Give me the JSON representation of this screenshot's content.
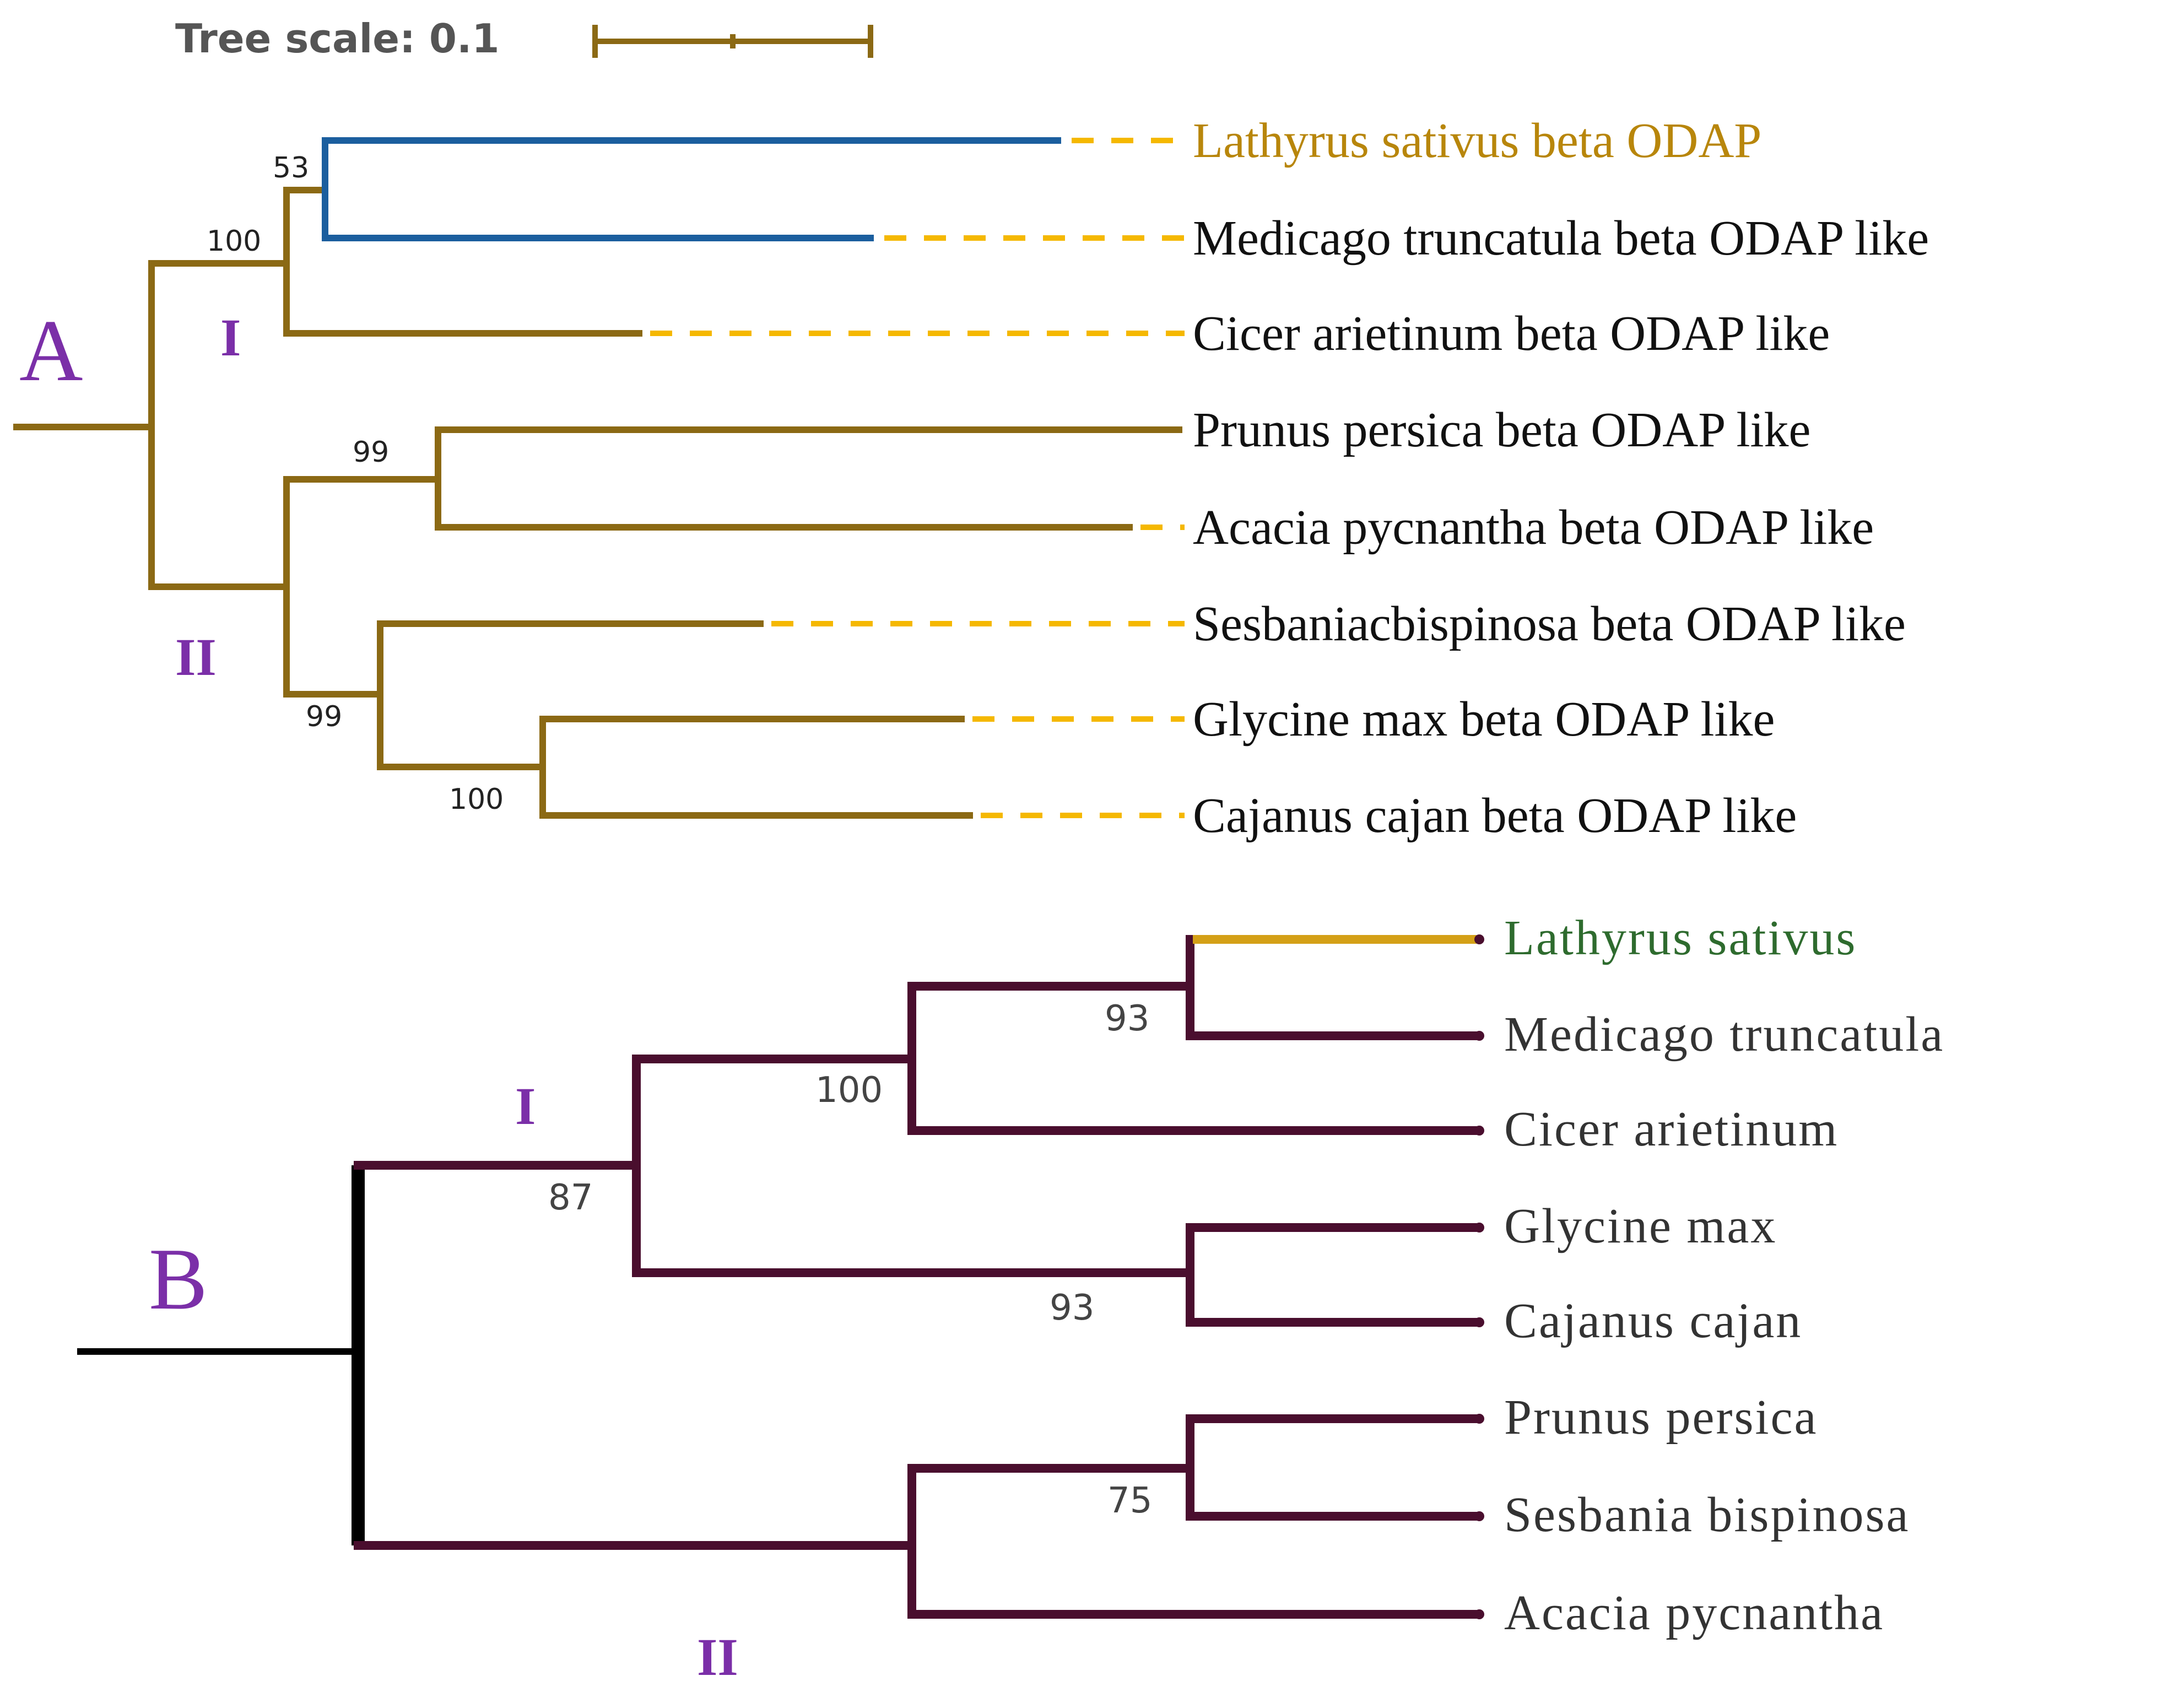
{
  "colors": {
    "tree_a": "#8B6914",
    "tree_a_highlight": "#1B5E9E",
    "tree_a_dashed": "#F5B800",
    "tree_a_highlight_label": "#B8860B",
    "tree_b": "#4A0E2E",
    "tree_b_root": "#000000",
    "tree_b_highlight": "#D4A017",
    "tree_b_highlight_label": "#2E6B2E",
    "panel_label": "#7B2FA8"
  },
  "scale_bar": {
    "label": "Tree scale: 0.1"
  },
  "panel_a": {
    "label": "A",
    "clade_i": "I",
    "clade_ii": "II",
    "taxa": [
      "Lathyrus sativus beta ODAP",
      "Medicago truncatula beta ODAP like",
      "Cicer arietinum beta ODAP like",
      "Prunus persica beta ODAP like",
      "Acacia pycnantha beta ODAP like",
      "Sesbaniacbispinosa beta ODAP like",
      "Glycine max beta ODAP like",
      "Cajanus cajan beta ODAP like"
    ],
    "bootstrap": [
      "53",
      "100",
      "99",
      "99",
      "100"
    ]
  },
  "panel_b": {
    "label": "B",
    "clade_i": "I",
    "clade_ii": "II",
    "taxa": [
      "Lathyrus sativus",
      "Medicago truncatula",
      "Cicer arietinum",
      "Glycine max",
      "Cajanus cajan",
      "Prunus persica",
      "Sesbania bispinosa",
      "Acacia pycnantha"
    ],
    "bootstrap": [
      "93",
      "100",
      "87",
      "93",
      "75"
    ]
  }
}
